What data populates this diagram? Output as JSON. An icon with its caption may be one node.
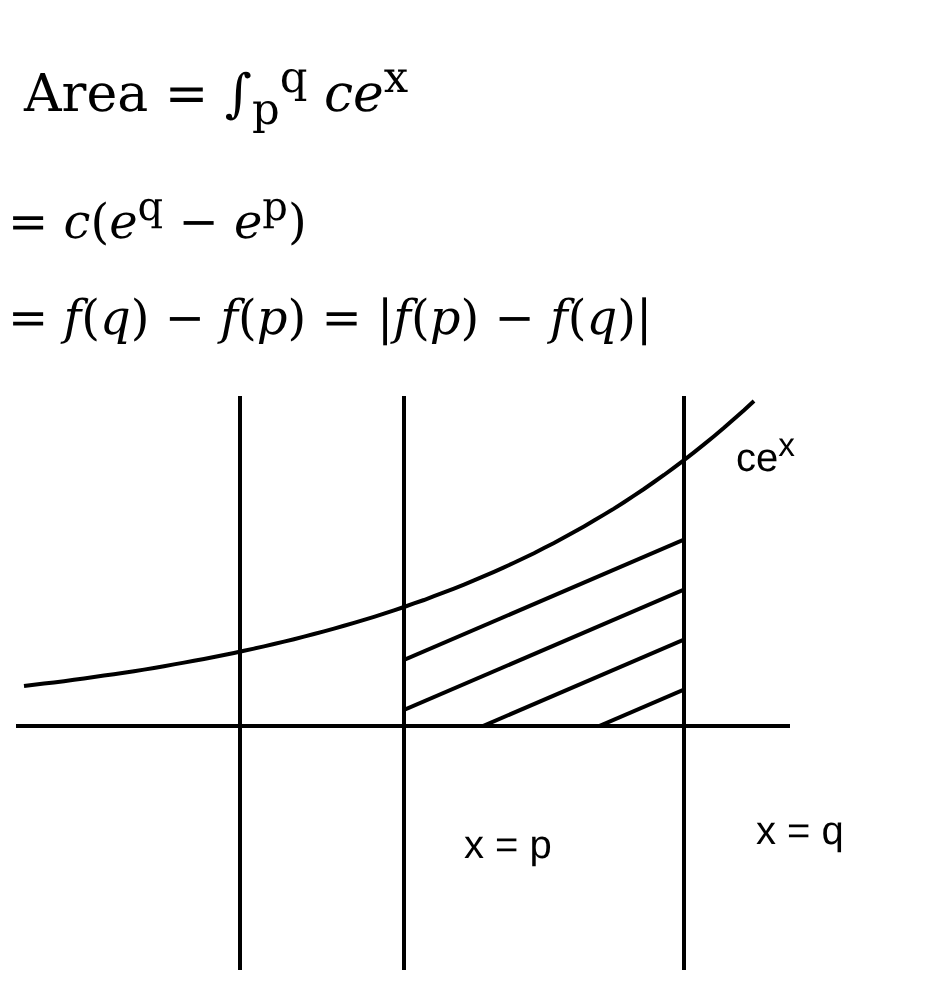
{
  "diagram": {
    "labels": [
      "Area = ∫$_{p}$$^{q}$ *ce*$^{x}$",
      "= *c*(*e*$^{q}$ − *e*$^{p}$)",
      "= *f*(*q*) − *f*(*p*) = |*f*(*p*) − *f*(*q*)|",
      "ce$^{x}$",
      "x = p",
      "x = q"
    ]
  }
}
